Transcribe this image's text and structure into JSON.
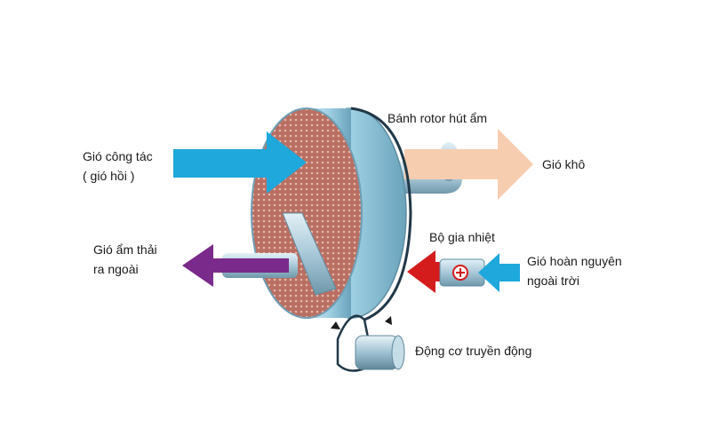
{
  "labels": {
    "rotor": "Bánh rotor hút ẩm",
    "process_air_line1": "Gió công tác",
    "process_air_line2": "( gió hồi )",
    "dry_air": "Gió khô",
    "heater": "Bộ gia nhiệt",
    "humid_exhaust_line1": "Gió ẩm thải",
    "humid_exhaust_line2": "ra ngoài",
    "regen_air_line1": "Gió hoàn nguyên",
    "regen_air_line2": "ngoài trời",
    "motor": "Động cơ truyền động"
  },
  "colors": {
    "process_arrow": "#1ea8dc",
    "dry_arrow": "#f7cdb0",
    "exhaust_arrow": "#7a2a8a",
    "heater_arrow": "#d41c1c",
    "regen_arrow": "#1ea8dc",
    "rotor_face": "#b86f62",
    "rotor_rim": "#9fd0e3",
    "duct": "#a8c8d8"
  },
  "icons": {
    "heater": "plus-circle-icon",
    "rotation": "rotation-arrows-icon"
  }
}
